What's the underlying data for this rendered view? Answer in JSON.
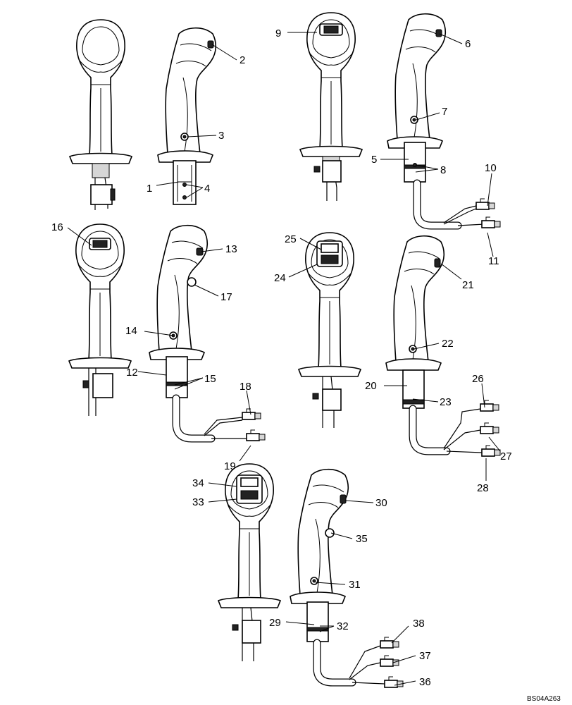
{
  "figure": {
    "reference_code": "BS04A263"
  },
  "callouts": [
    {
      "id": "c1",
      "text": "1"
    },
    {
      "id": "c2",
      "text": "2"
    },
    {
      "id": "c3",
      "text": "3"
    },
    {
      "id": "c4",
      "text": "4"
    },
    {
      "id": "c5",
      "text": "5"
    },
    {
      "id": "c6",
      "text": "6"
    },
    {
      "id": "c7",
      "text": "7"
    },
    {
      "id": "c8",
      "text": "8"
    },
    {
      "id": "c9",
      "text": "9"
    },
    {
      "id": "c10",
      "text": "10"
    },
    {
      "id": "c11",
      "text": "11"
    },
    {
      "id": "c12",
      "text": "12"
    },
    {
      "id": "c13",
      "text": "13"
    },
    {
      "id": "c14",
      "text": "14"
    },
    {
      "id": "c15",
      "text": "15"
    },
    {
      "id": "c16",
      "text": "16"
    },
    {
      "id": "c17",
      "text": "17"
    },
    {
      "id": "c18",
      "text": "18"
    },
    {
      "id": "c19",
      "text": "19"
    },
    {
      "id": "c20",
      "text": "20"
    },
    {
      "id": "c21",
      "text": "21"
    },
    {
      "id": "c22",
      "text": "22"
    },
    {
      "id": "c23",
      "text": "23"
    },
    {
      "id": "c24",
      "text": "24"
    },
    {
      "id": "c25",
      "text": "25"
    },
    {
      "id": "c26",
      "text": "26"
    },
    {
      "id": "c27",
      "text": "27"
    },
    {
      "id": "c28",
      "text": "28"
    },
    {
      "id": "c29",
      "text": "29"
    },
    {
      "id": "c30",
      "text": "30"
    },
    {
      "id": "c31",
      "text": "31"
    },
    {
      "id": "c32",
      "text": "32"
    },
    {
      "id": "c33",
      "text": "33"
    },
    {
      "id": "c34",
      "text": "34"
    },
    {
      "id": "c35",
      "text": "35"
    },
    {
      "id": "c36",
      "text": "36"
    },
    {
      "id": "c37",
      "text": "37"
    },
    {
      "id": "c38",
      "text": "38"
    }
  ]
}
